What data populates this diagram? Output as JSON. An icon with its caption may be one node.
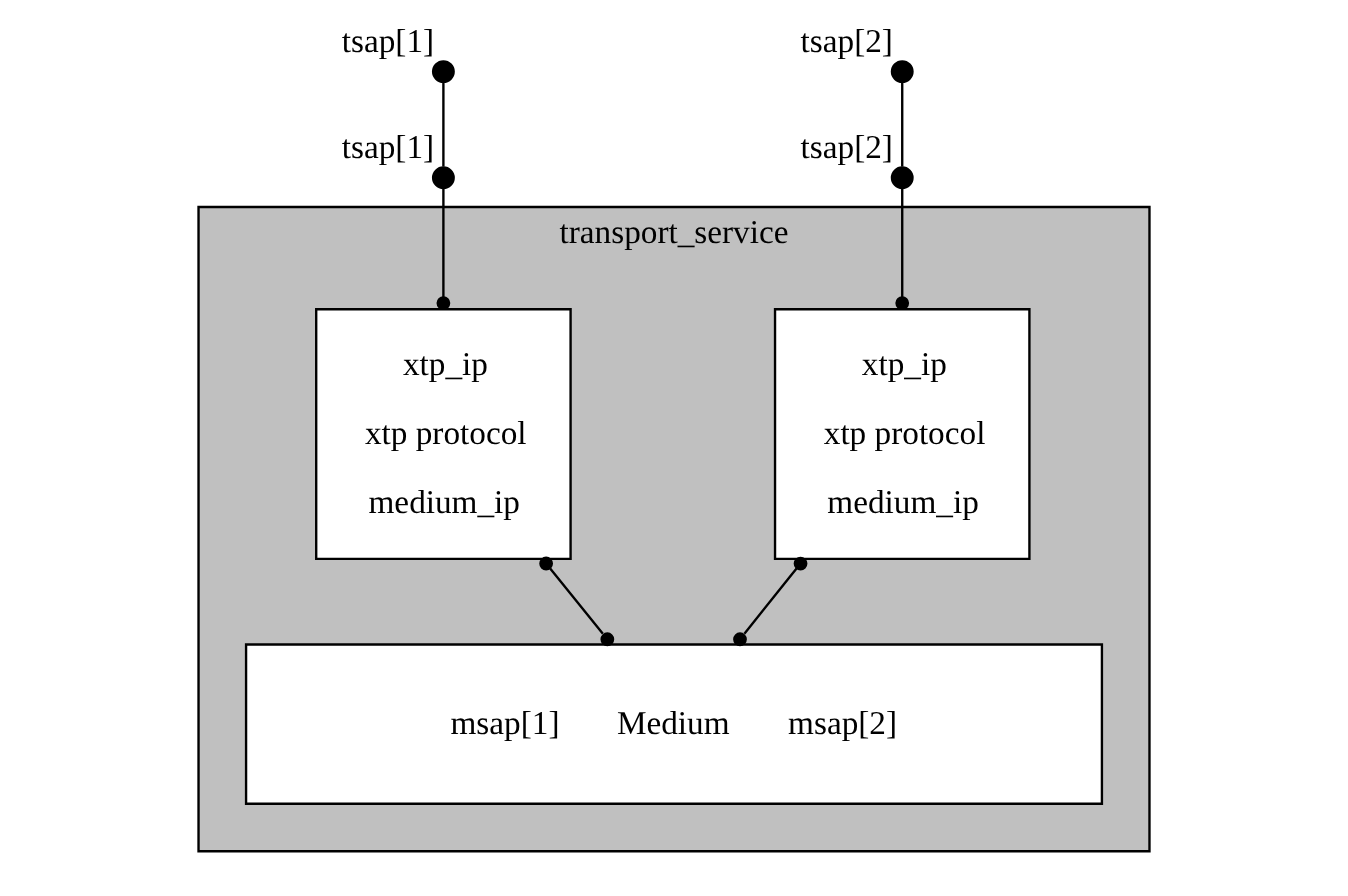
{
  "diagram": {
    "nodes": [
      {
        "text": [],
        "shape": "circle",
        "beside": [
          "tsap[1]"
        ]
      },
      {
        "text": [],
        "shape": "circle",
        "beside": [
          "tsap[2]"
        ]
      },
      {
        "text": [
          "transport_service"
        ]
      },
      {
        "text": [],
        "shape": "circle",
        "beside": [
          "tsap[1]"
        ]
      },
      {
        "text": [],
        "shape": "circle",
        "beside": [
          "tsap[2]"
        ]
      },
      {
        "text": [
          "xtp_ip",
          "xtp protocol",
          "medium_ip"
        ],
        "in": 2
      },
      {
        "text": [
          "xtp_ip",
          "xtp protocol",
          "medium_ip"
        ],
        "in": 2
      },
      {
        "text": [
          "msap[1]",
          "Medium",
          "msap[2]"
        ],
        "in": 2
      }
    ],
    "edges": [
      {
        "from": 0,
        "to": 3,
        "arrow": "none"
      },
      {
        "from": 1,
        "to": 4,
        "arrow": "none"
      },
      {
        "from": 3,
        "to": 5,
        "arrow": "other"
      },
      {
        "from": 4,
        "to": 6,
        "arrow": "other"
      },
      {
        "from": 5,
        "to": 7,
        "arrow": "other"
      },
      {
        "from": 6,
        "to": 7,
        "arrow": "other"
      }
    ]
  }
}
